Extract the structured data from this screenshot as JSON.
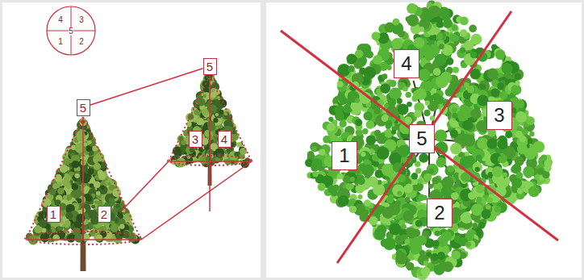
{
  "diagram": {
    "nodes": [
      {
        "text": [
          "4",
          "3",
          "5",
          "1",
          "2"
        ]
      },
      {
        "text": [
          "5"
        ]
      },
      {
        "text": [
          "5"
        ]
      },
      {
        "text": [
          "3"
        ]
      },
      {
        "text": [
          "4"
        ]
      },
      {
        "text": [
          "1"
        ]
      },
      {
        "text": [
          "2"
        ]
      },
      {
        "text": [
          "4"
        ]
      },
      {
        "text": [
          "3"
        ]
      },
      {
        "text": [
          "5"
        ]
      },
      {
        "text": [
          "1"
        ]
      },
      {
        "text": [
          "2"
        ]
      }
    ],
    "edges": [
      {
        "from": 2,
        "to": 1,
        "arrow": "none"
      }
    ]
  }
}
